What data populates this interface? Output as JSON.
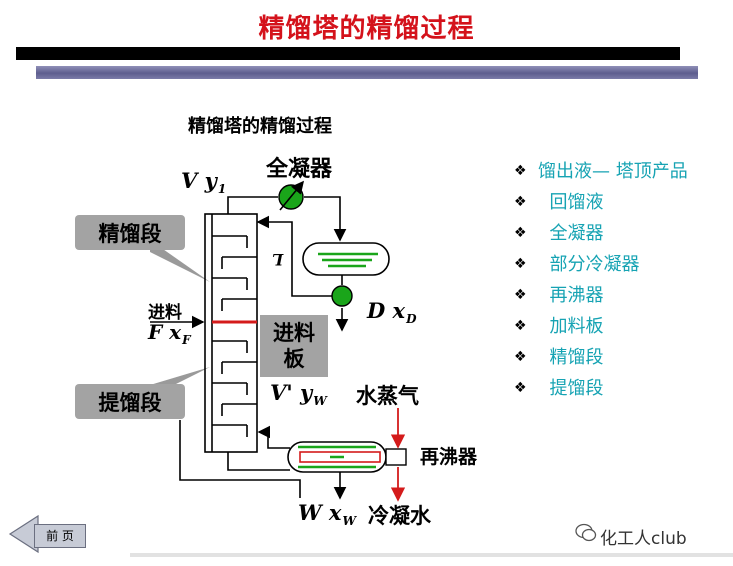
{
  "page": {
    "title": "精馏塔的精馏过程",
    "subtitle": "精馏塔的精馏过程"
  },
  "diagram": {
    "condenser_label": "全凝器",
    "top_vapor": {
      "symbol": "V",
      "var": "y",
      "sub": "1"
    },
    "reflux_symbol": "L",
    "distillate": {
      "symbol": "D",
      "var": "x",
      "sub": "D"
    },
    "feed": {
      "line1": "进料",
      "symbol": "F",
      "var": "x",
      "sub": "F"
    },
    "rectifying_box": "精馏段",
    "stripping_box": "提馏段",
    "feed_plate_box": [
      "进料",
      "板"
    ],
    "bottom_vapor": {
      "symbol": "V'",
      "var": "y",
      "sub": "W"
    },
    "steam_label": "水蒸气",
    "reboiler_label": "再沸器",
    "bottoms": {
      "symbol": "W",
      "var": "x",
      "sub": "W"
    },
    "condensate_label": "冷凝水"
  },
  "legend": {
    "bullet": "❖",
    "items": [
      "馏出液— 塔顶产品",
      "回馏液",
      "全凝器",
      "部分冷凝器",
      "再沸器",
      "加料板",
      "精馏段",
      "提馏段"
    ]
  },
  "nav": {
    "prev_label": "前 页"
  },
  "watermark": "化工人club",
  "colors": {
    "title": "#d4121b",
    "legend_text": "#16a3b3",
    "green": "#1aa51a",
    "feed_plate": "#d41b1b",
    "arrow_red": "#d41b1b"
  }
}
